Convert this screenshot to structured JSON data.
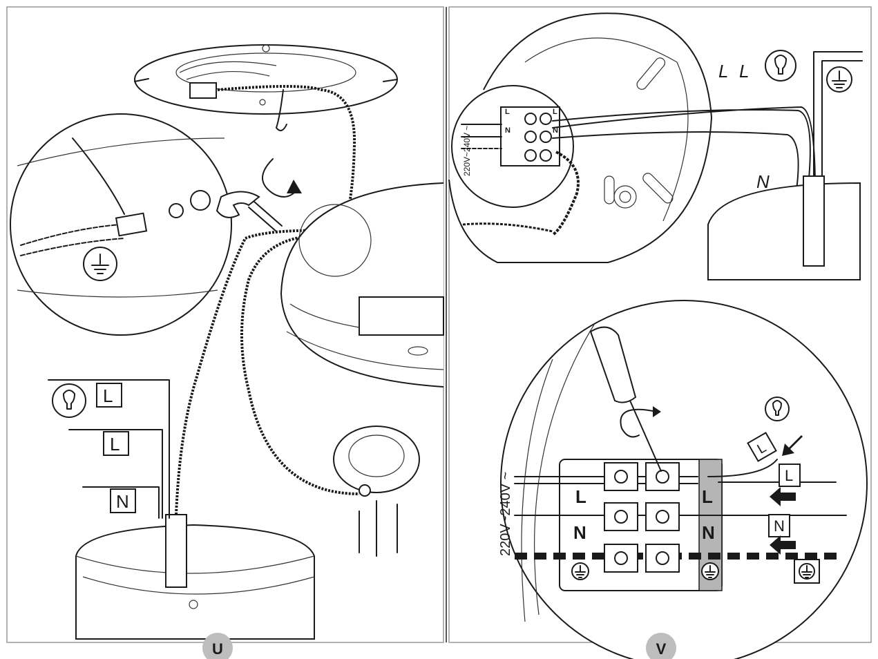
{
  "panels": [
    {
      "badge": "U",
      "labels": {
        "lamp_L": "L",
        "live_L": "L",
        "neutral_N": "N"
      }
    },
    {
      "badge": "V",
      "top_labels": {
        "wire_L1": "L",
        "wire_L2": "L",
        "wire_N": "N"
      },
      "voltage": "220V~240V ~",
      "detail_voltage": "220V~240V ~",
      "small_terminal": {
        "left_L": "L",
        "left_N": "N",
        "right_L": "L",
        "right_N": "N"
      },
      "terminal": {
        "left_L": "L",
        "left_N": "N",
        "right_L": "L",
        "right_N": "N"
      },
      "wire_tags": {
        "lamp_L": "L",
        "live_L": "L",
        "neutral_N": "N"
      }
    }
  ]
}
